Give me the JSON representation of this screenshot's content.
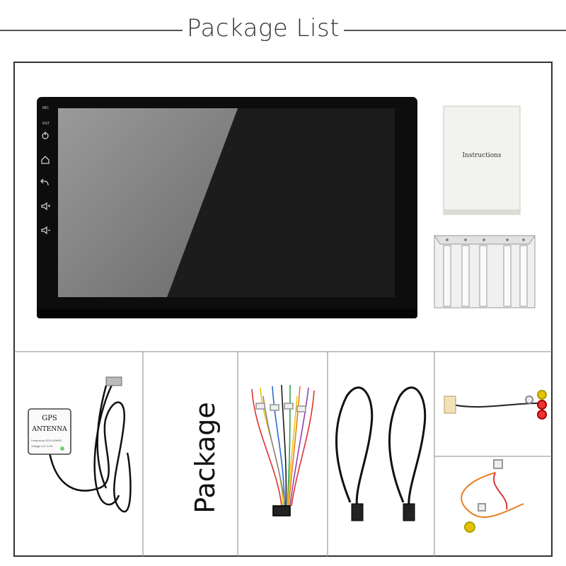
{
  "header": {
    "title": "Package List"
  },
  "stereo": {
    "side_labels": [
      "MIC",
      "RST"
    ],
    "icons": [
      "power-icon",
      "home-icon",
      "back-icon",
      "volume-up-icon",
      "volume-down-icon"
    ]
  },
  "booklet": {
    "label": "Instructions"
  },
  "gps": {
    "line1": "GPS",
    "line2": "ANTENNA",
    "spec1": "Frequency:1575.42MHZ",
    "spec2": "Voltage:3.0~5.0V"
  },
  "center_label": "Package"
}
